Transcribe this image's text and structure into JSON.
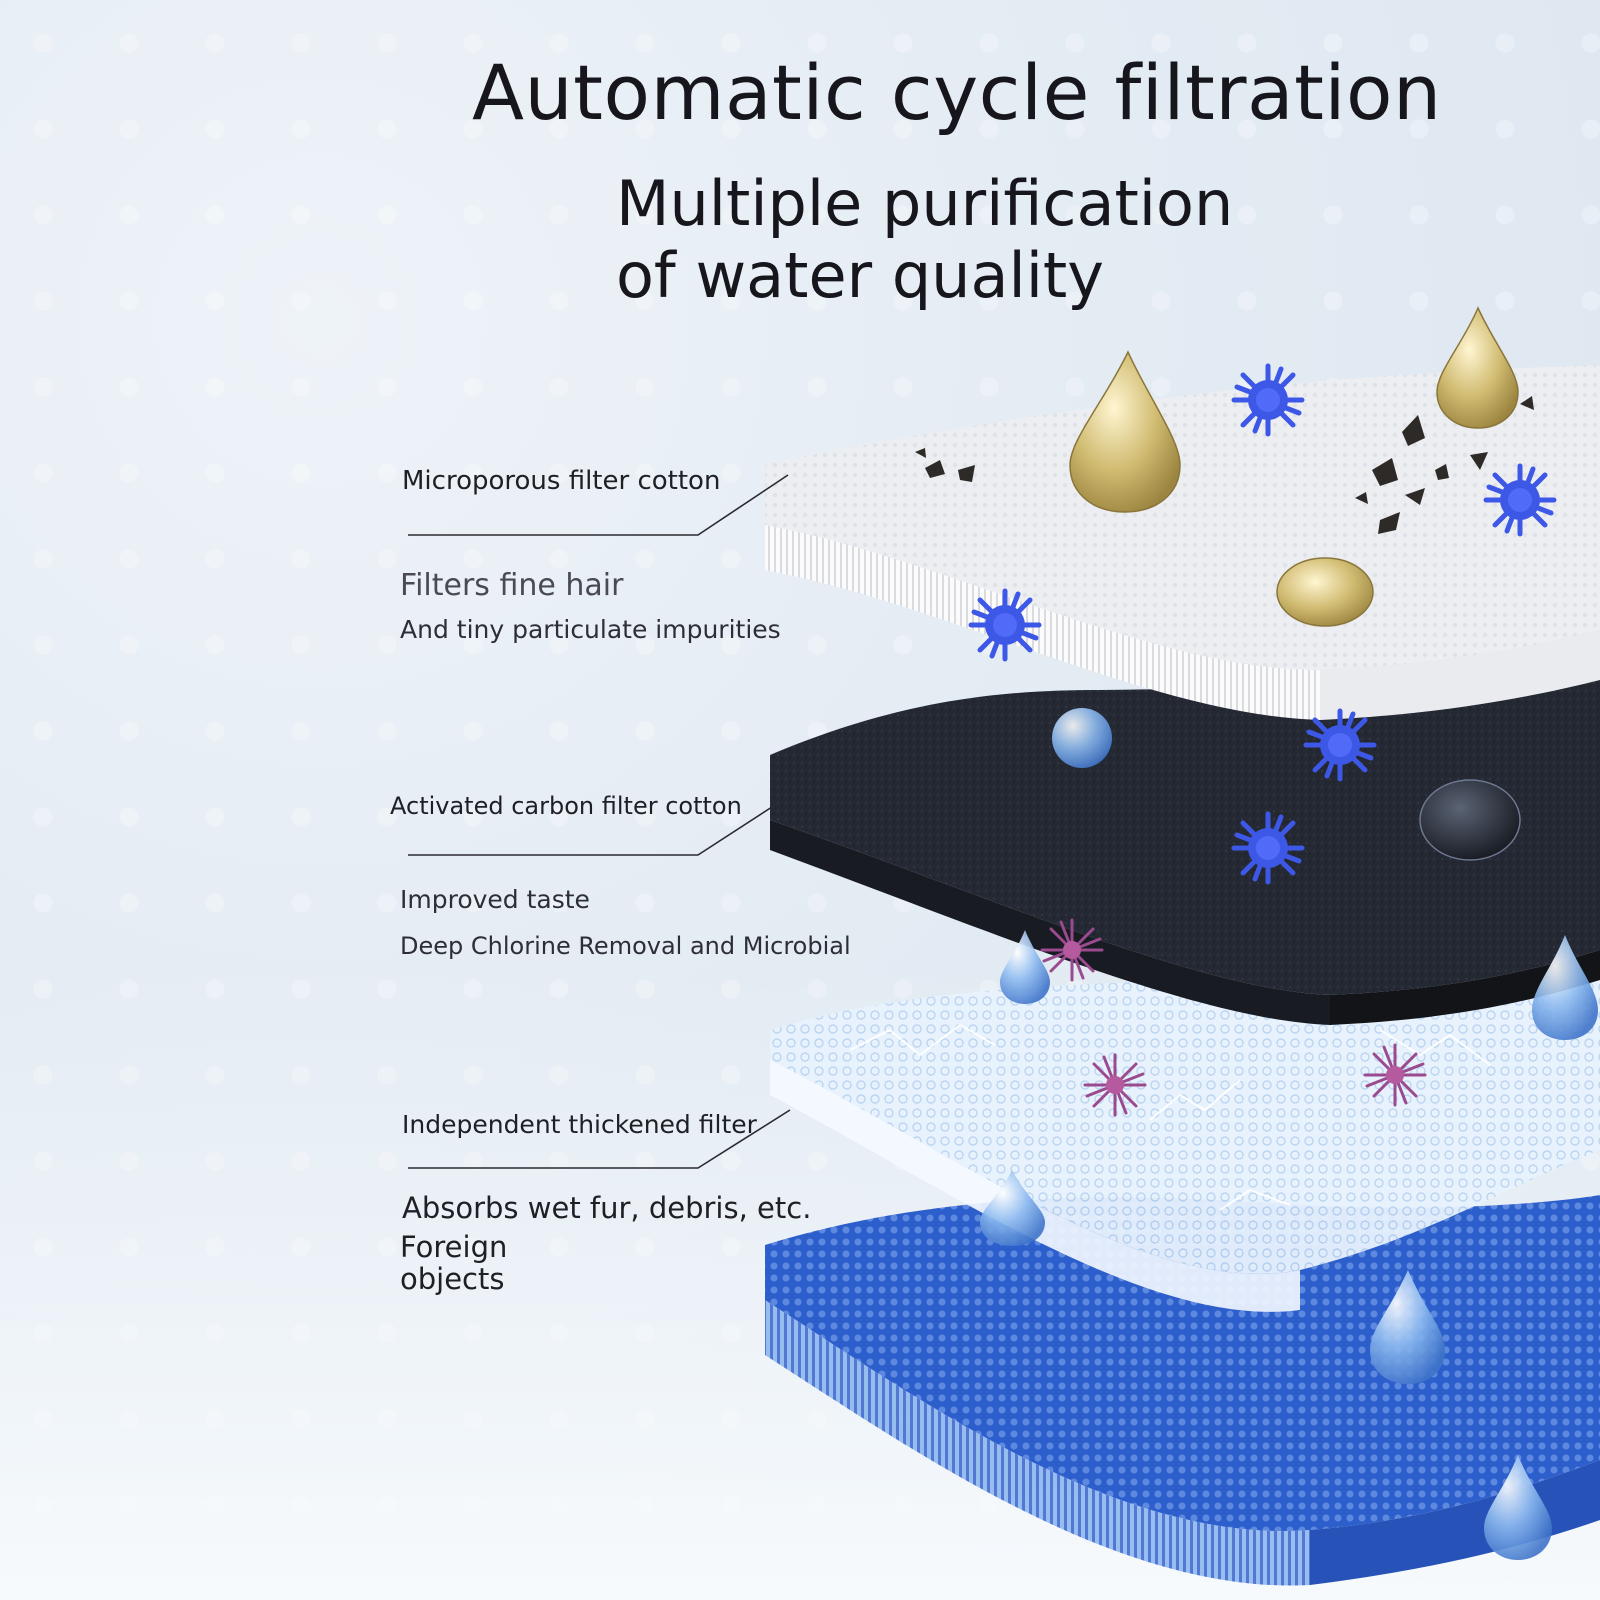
{
  "headline": {
    "title": "Automatic cycle filtration",
    "subtitle_line1": "Multiple purification",
    "subtitle_line2": "of water quality"
  },
  "layers": [
    {
      "label": "Microporous filter cotton",
      "desc_main": "Filters fine hair",
      "desc_sub": "And tiny particulate impurities"
    },
    {
      "label": "Activated carbon filter cotton",
      "desc_main": "Improved taste",
      "desc_sub": "Deep Chlorine Removal and Microbial"
    },
    {
      "label": "Independent thickened filter",
      "desc_main": "Absorbs wet fur, debris, etc.",
      "desc_extra_line1": "Foreign",
      "desc_extra_line2": "objects"
    }
  ],
  "colors": {
    "background": "#e3ebf3",
    "text": "#16161c",
    "white_layer": "#f1f2f4",
    "carbon_layer": "#23262e",
    "mesh_layer": "#e6f1fb",
    "blue_layer": "#2f5fc8",
    "virus": "#3a55e0",
    "oil_drop": "#c9b46a",
    "water_drop": "#6fa6e4"
  },
  "icons": [
    "oil-drop-icon",
    "virus-icon",
    "debris-icon",
    "water-drop-icon",
    "bacteria-icon"
  ]
}
